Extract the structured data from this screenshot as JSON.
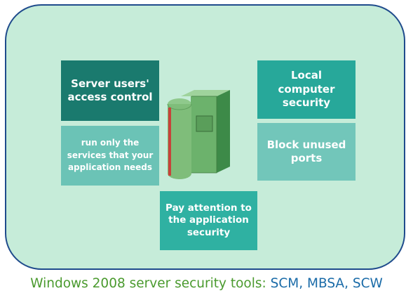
{
  "boxes": {
    "access": "Server users'\naccess control",
    "local": "Local\ncomputer\nsecurity",
    "run": "run only the\nservices that your\napplication needs",
    "block": "Block unused\nports",
    "pay": "Pay attention to\nthe application\nsecurity"
  },
  "caption": {
    "prefix": "Windows 2008 server security tools: ",
    "tools": "SCM, MBSA, SCW"
  },
  "colors": {
    "panel_fill": "#c6ecd9",
    "panel_border": "#1f4b8c",
    "box_dark": "#1a7a6e",
    "box_medium": "#27a89a",
    "box_light": "#6bc3b6",
    "caption_green": "#4a9a2e",
    "caption_blue": "#1a6ba8"
  },
  "icons": [
    "server-icon"
  ]
}
